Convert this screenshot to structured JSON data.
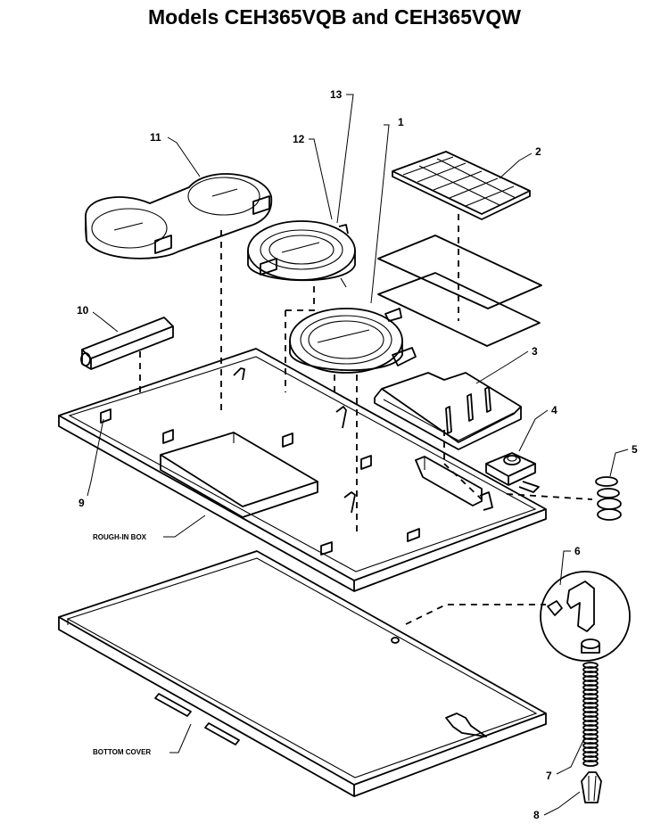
{
  "title": "Models CEH365VQB and CEH365VQW",
  "callouts": {
    "p1": "1",
    "p2": "2",
    "p3": "3",
    "p4": "4",
    "p5": "5",
    "p6": "6",
    "p7": "7",
    "p8": "8",
    "p9": "9",
    "p10": "10",
    "p11": "11",
    "p12": "12",
    "p13": "13"
  },
  "labels": {
    "rough_in_box": "ROUGH-IN BOX",
    "bottom_cover": "BOTTOM COVER"
  }
}
